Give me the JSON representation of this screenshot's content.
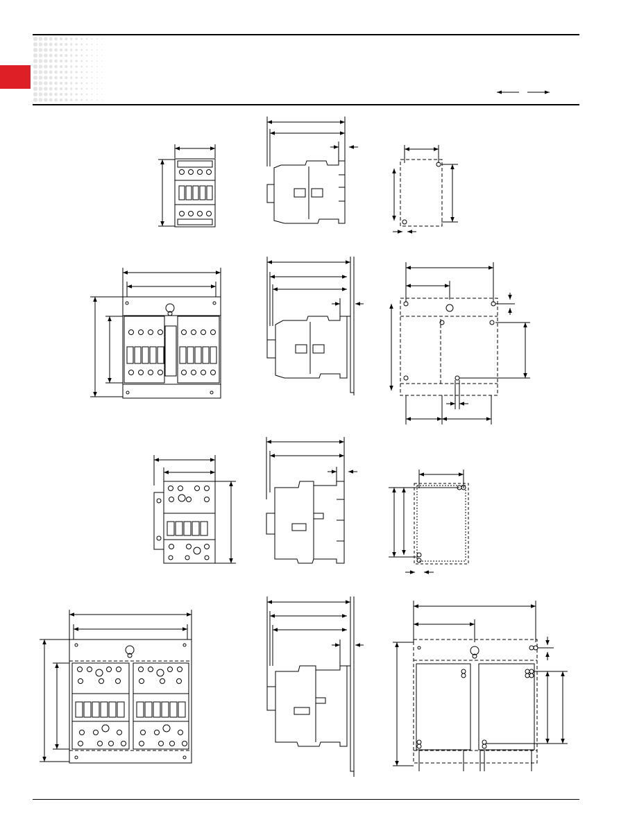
{
  "header": {
    "tab_color": "#dd1f26",
    "dot_pattern_color": "#e4e4e4",
    "arrow_icon": "double-arrow-icon"
  },
  "figure": {
    "rows": [
      {
        "name": "row-1",
        "views": [
          "front-view",
          "side-view",
          "mounting-template"
        ]
      },
      {
        "name": "row-2",
        "views": [
          "front-view",
          "side-view",
          "mounting-template"
        ]
      },
      {
        "name": "row-3",
        "views": [
          "front-view",
          "side-view",
          "mounting-template"
        ]
      },
      {
        "name": "row-4",
        "views": [
          "front-view",
          "side-view",
          "mounting-template"
        ]
      }
    ]
  }
}
